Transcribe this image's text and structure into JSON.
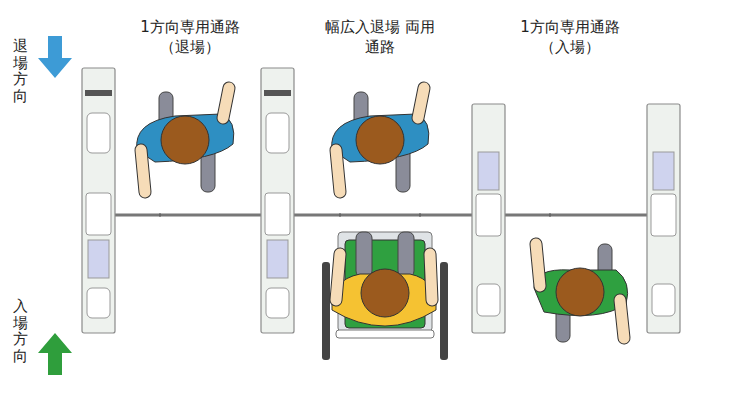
{
  "diagram": {
    "labels": [
      "退場方向",
      "1方向専用通路 （退場）",
      "幅広入退場 両用通路",
      "1方向専用通路 （入場）",
      "入場方向"
    ]
  }
}
